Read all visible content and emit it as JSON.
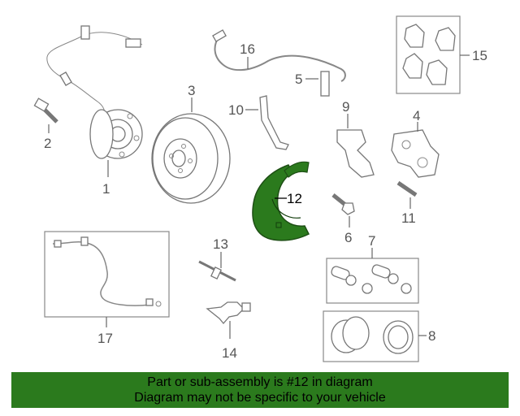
{
  "diagram": {
    "callouts": {
      "c1": "1",
      "c2": "2",
      "c3": "3",
      "c4": "4",
      "c5": "5",
      "c6": "6",
      "c7": "7",
      "c8": "8",
      "c9": "9",
      "c10": "10",
      "c11": "11",
      "c12": "12",
      "c13": "13",
      "c14": "14",
      "c15": "15",
      "c16": "16",
      "c17": "17"
    },
    "highlighted_part": "12",
    "highlight_color": "#2b7a1d"
  },
  "banner": {
    "line1": "Part or sub-assembly is #12 in diagram",
    "line2": "Diagram may not be specific to your vehicle",
    "background": "#2b7a1d"
  }
}
